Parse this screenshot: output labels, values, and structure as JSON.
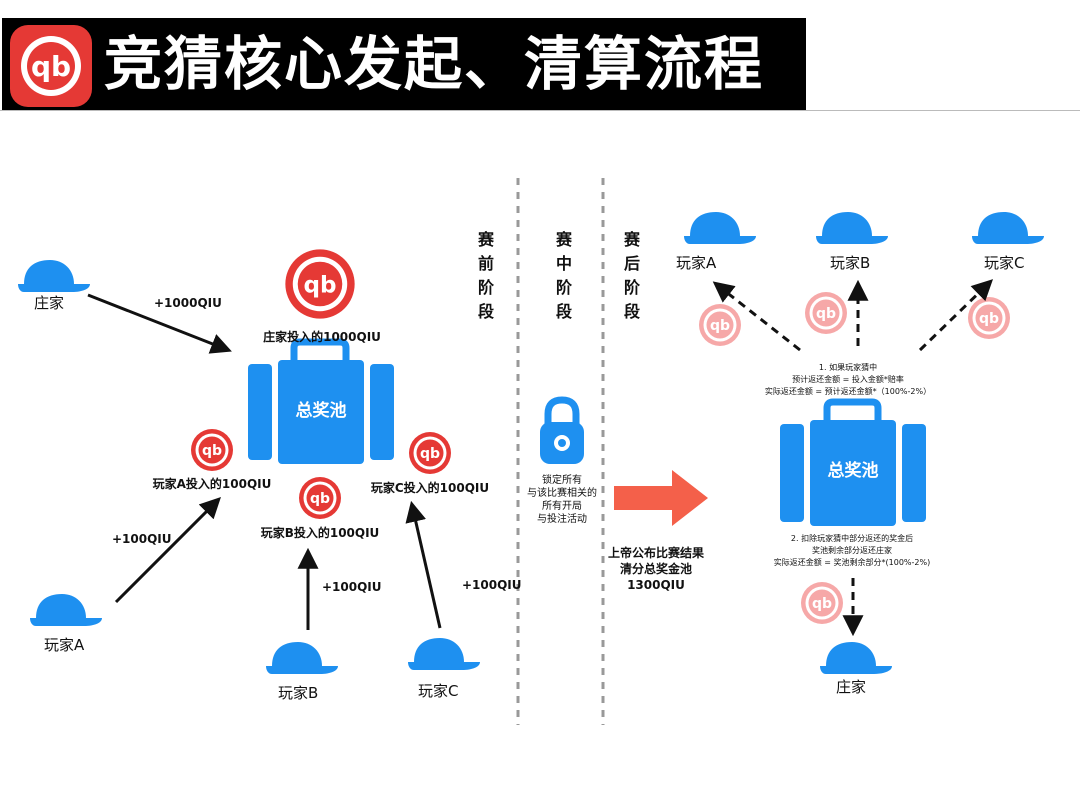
{
  "title": "竞猜核心发起、清算流程",
  "stages": {
    "pre": [
      "赛",
      "前",
      "阶",
      "段"
    ],
    "mid": [
      "赛",
      "中",
      "阶",
      "段"
    ],
    "post": [
      "赛",
      "后",
      "阶",
      "段"
    ]
  },
  "pre_match": {
    "banker": "庄家",
    "banker_amount": "+1000QIU",
    "banker_deposit": "庄家投入的1000QIU",
    "pool": "总奖池",
    "player_a": "玩家A",
    "player_b": "玩家B",
    "player_c": "玩家C",
    "player_a_amount": "+100QIU",
    "player_b_amount": "+100QIU",
    "player_c_amount": "+100QIU",
    "player_a_deposit": "玩家A投入的100QIU",
    "player_b_deposit": "玩家B投入的100QIU",
    "player_c_deposit": "玩家C投入的100QIU"
  },
  "mid_match": {
    "lock_lines": [
      "锁定所有",
      "与该比赛相关的",
      "所有开局",
      "与投注活动"
    ],
    "result_lines": [
      "上帝公布比赛结果",
      "清分总奖金池",
      "1300QIU"
    ]
  },
  "post_match": {
    "player_a": "玩家A",
    "player_b": "玩家B",
    "player_c": "玩家C",
    "pool": "总奖池",
    "banker": "庄家",
    "rule1_lines": [
      "1. 如果玩家猜中",
      "预计返还金额 = 投入金额*赔率",
      "实际返还金额 = 预计返还金额*（100%-2%）"
    ],
    "rule2_lines": [
      "2. 扣除玩家猜中部分返还的奖金后",
      "奖池剩余部分返还庄家",
      "实际返还金额 = 奖池剩余部分*(100%-2%)"
    ]
  },
  "colors": {
    "blue": "#1e90f0",
    "red": "#e53935",
    "pale_red": "#f6a8a8",
    "arrow_orange": "#f4604a"
  }
}
